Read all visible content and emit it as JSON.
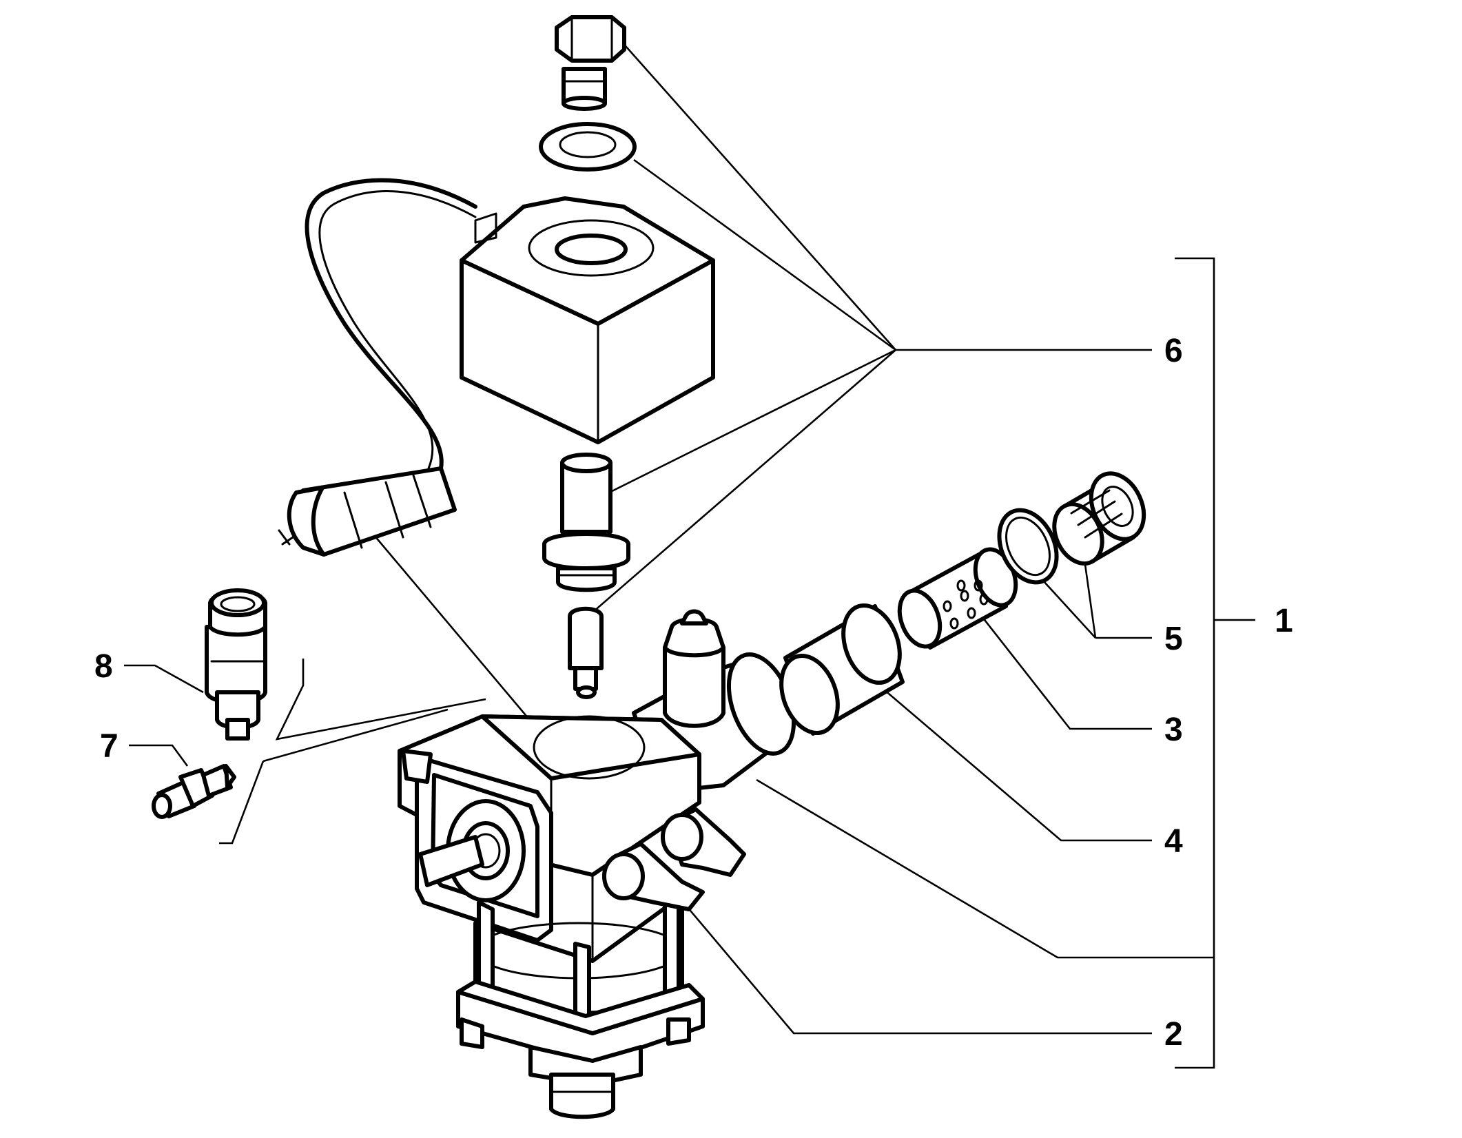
{
  "callouts": {
    "c1": "1",
    "c2": "2",
    "c3": "3",
    "c4": "4",
    "c5": "5",
    "c6": "6",
    "c7": "7",
    "c8": "8"
  },
  "colors": {
    "line": "#000000",
    "background": "#ffffff"
  },
  "parts": [
    "valve-body",
    "solenoid-coil",
    "coil-cable",
    "connector",
    "plug-screw",
    "washer",
    "armature-tube",
    "plunger",
    "filter-sleeve",
    "filter-mesh",
    "o-ring",
    "threaded-plug",
    "pressure-switch",
    "hose-fitting"
  ]
}
